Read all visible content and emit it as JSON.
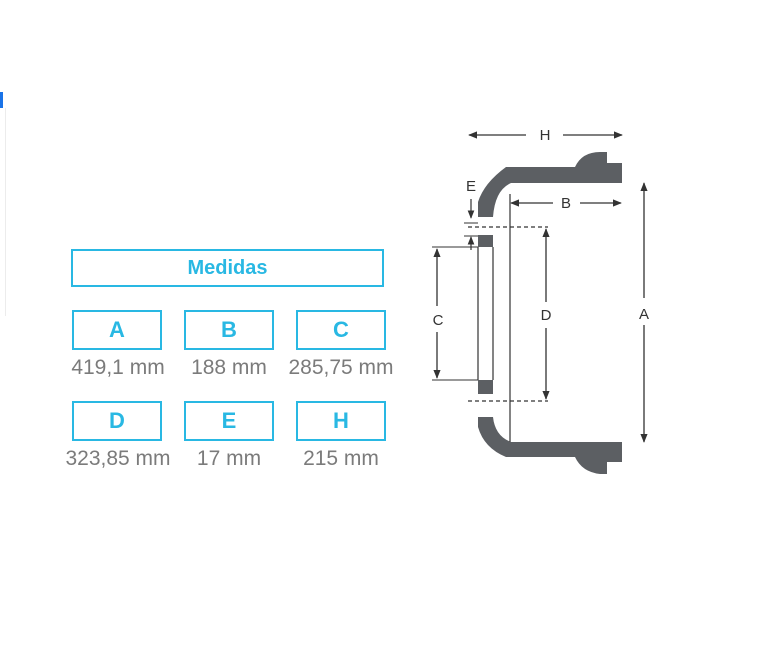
{
  "specs": {
    "title": "Medidas",
    "items": [
      {
        "key": "A",
        "value": "419,1 mm"
      },
      {
        "key": "B",
        "value": "188 mm"
      },
      {
        "key": "C",
        "value": "285,75 mm"
      },
      {
        "key": "D",
        "value": "323,85 mm"
      },
      {
        "key": "E",
        "value": "17 mm"
      },
      {
        "key": "H",
        "value": "215 mm"
      }
    ]
  },
  "diagram": {
    "labels": {
      "H": "H",
      "E": "E",
      "B": "B",
      "C": "C",
      "D": "D",
      "A": "A"
    }
  },
  "colors": {
    "accent": "#29b8e3",
    "value_text": "#7b7b7b",
    "drum_fill": "#5c5f63"
  }
}
